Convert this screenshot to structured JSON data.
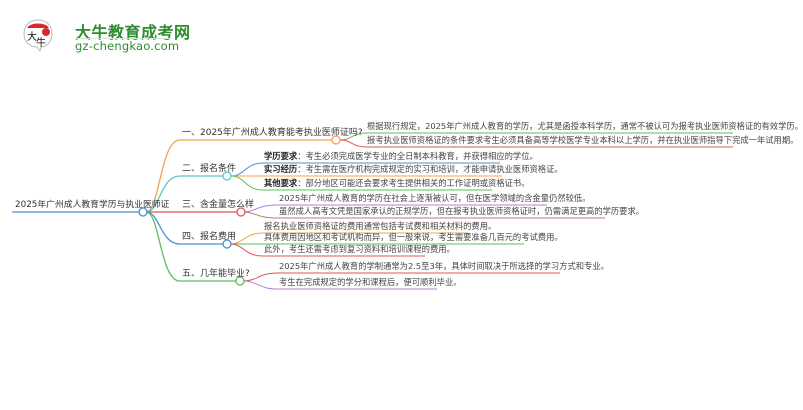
{
  "logo": {
    "badge_text": "大牛",
    "title": "大牛教育成考网",
    "url": "gz-chengkao.com"
  },
  "colors": {
    "orange": "#f5a14a",
    "cyan": "#52c8d8",
    "red": "#e05555",
    "blue": "#4a8fd0",
    "green": "#5bbf5b",
    "purple": "#b07fd8",
    "brown": "#b08070",
    "root_line": "#4a8fd0",
    "logo_green": "#2e8b2e"
  },
  "root": {
    "label": "2025年广州成人教育学历与执业医师证"
  },
  "branches": [
    {
      "label": "一、2025年广州成人教育能考执业医师证吗?",
      "leaves": [
        {
          "text": "根据现行规定，2025年广州成人教育的学历，尤其是函授本科学历，通常不被认可为报考执业医师资格证的有效学历。"
        },
        {
          "text": "报考执业医师资格证的条件要求考生必须具备高等学校医学专业本科以上学历，并在执业医师指导下完成一年试用期。"
        }
      ]
    },
    {
      "label": "二、报名条件",
      "leaves": [
        {
          "key": "学历要求",
          "text": "：考生必须完成医学专业的全日制本科教育，并获得相应的学位。"
        },
        {
          "key": "实习经历",
          "text": "：考生需在医疗机构完成规定的实习和培训，才能申请执业医师资格证。"
        },
        {
          "key": "其他要求",
          "text": "：部分地区可能还会要求考生提供相关的工作证明或资格证书。"
        }
      ]
    },
    {
      "label": "三、含金量怎么样",
      "leaves": [
        {
          "text": "2025年广州成人教育的学历在社会上逐渐被认可，但在医学领域的含金量仍然较低。"
        },
        {
          "text": "虽然成人高考文凭是国家承认的正规学历，但在报考执业医师资格证时，仍需满足更高的学历要求。"
        }
      ]
    },
    {
      "label": "四、报名费用",
      "leaves": [
        {
          "text": "报名执业医师资格证的费用通常包括考试费和相关材料的费用。"
        },
        {
          "text": "具体费用因地区和考试机构而异，但一般来说，考生需要准备几百元的考试费用。"
        },
        {
          "text": "此外，考生还需考虑到复习资料和培训课程的费用。"
        }
      ]
    },
    {
      "label": "五、几年能毕业?",
      "leaves": [
        {
          "text": "2025年广州成人教育的学制通常为2.5至3年，具体时间取决于所选择的学习方式和专业。"
        },
        {
          "text": "考生在完成规定的学分和课程后，便可顺利毕业。"
        }
      ]
    }
  ]
}
